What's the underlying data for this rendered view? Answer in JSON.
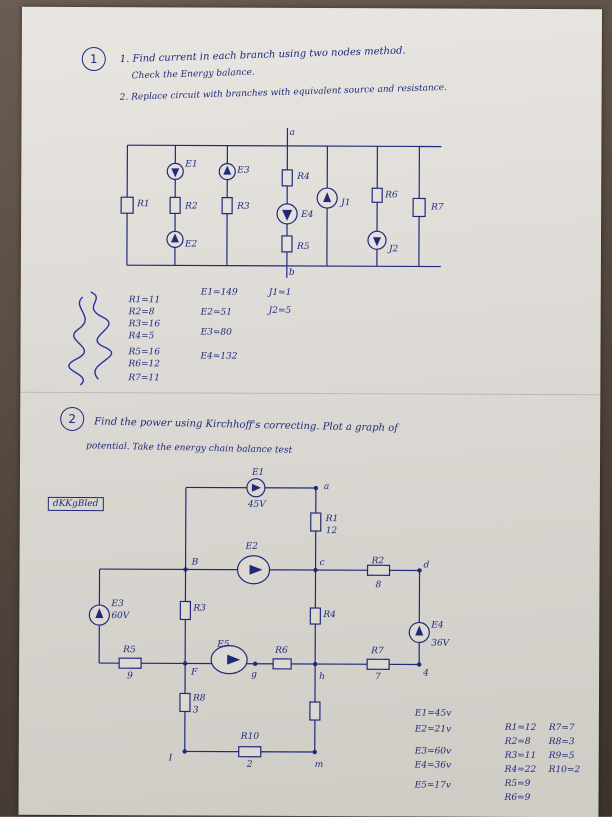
{
  "problem1": {
    "number": "1",
    "line1": "1. Find current in each branch using two nodes method.",
    "line2": "Check the Energy balance.",
    "line3": "2. Replace circuit with branches with equivalent source and resistance.",
    "labels": {
      "node_a": "a",
      "node_b": "b",
      "E1": "E1",
      "E2": "E2",
      "E3": "E3",
      "E4": "E4",
      "R1": "R1",
      "R2": "R2",
      "R3": "R3",
      "R4": "R4",
      "R5": "R5",
      "R6": "R6",
      "R7": "R7",
      "J1": "J1",
      "J2": "J2"
    },
    "values_R": [
      "R1=11",
      "R2=8",
      "R3=16",
      "R4=5",
      "R5=16",
      "R6=12",
      "R7=11"
    ],
    "values_E": [
      "E1=149",
      "E2=51",
      "E3=80",
      "E4=132"
    ],
    "values_J": [
      "J1=1",
      "J2=5"
    ]
  },
  "problem2": {
    "number": "2",
    "line1": "Find the power using Kirchhoff's correcting. Plot a graph of",
    "line2": "potential. Take the energy chain balance test",
    "boxed_note": "dKKgBled",
    "labels": {
      "E1": "E1",
      "E1v": "45V",
      "E2": "E2",
      "E3": "E3",
      "E3v": "60V",
      "E4": "E4",
      "E4v": "36V",
      "E5": "E5",
      "R1": "R1",
      "R1v": "12",
      "R2": "R2",
      "R2v": "8",
      "R3": "R3",
      "R4": "R4",
      "R5": "R5",
      "R5v": "9",
      "R6": "R6",
      "R7": "R7",
      "R7v": "7",
      "R8": "R8",
      "R8v": "3",
      "R10": "R10",
      "R10v": "2",
      "a": "a",
      "b": "B",
      "c": "c",
      "d": "d",
      "f": "F",
      "g": "g",
      "h": "h",
      "i": "I",
      "m": "m",
      "k": "4"
    },
    "values_E": [
      "E1=45v",
      "E2=21v",
      "E3=60v",
      "E4=36v",
      "E5=17v"
    ],
    "values_R": [
      "R1=12",
      "R2=8",
      "R3=11",
      "R4=22",
      "R5=9",
      "R6=9",
      "R7=7",
      "R8=3",
      "R9=5",
      "R10=2"
    ]
  }
}
